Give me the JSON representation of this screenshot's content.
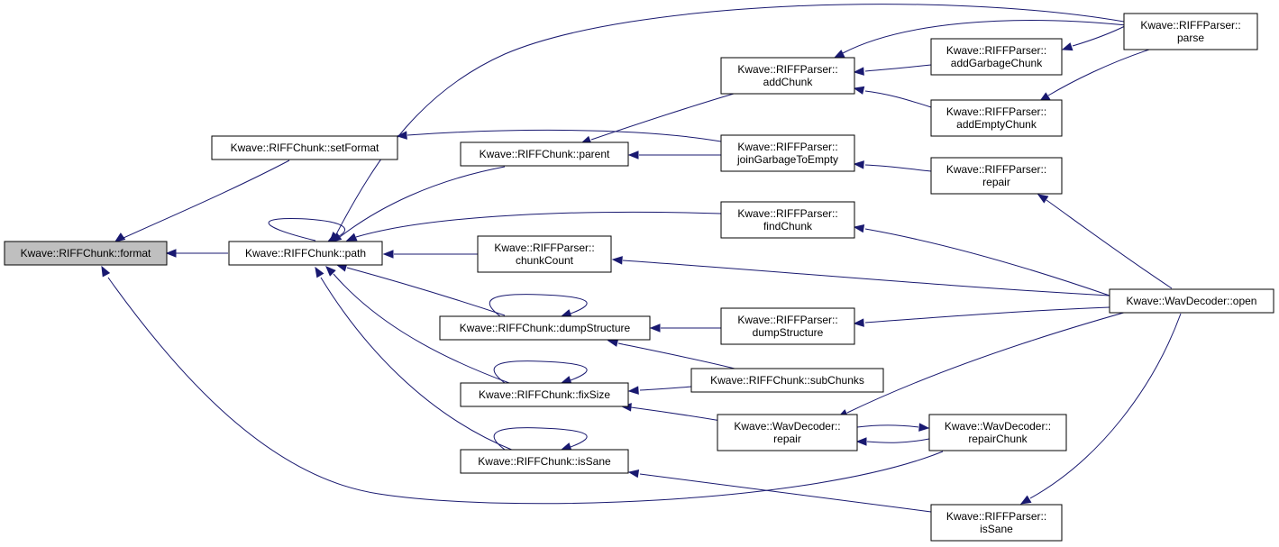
{
  "graph": {
    "nodes": [
      {
        "id": "format",
        "lines": [
          "Kwave::RIFFChunk::format"
        ],
        "root": true
      },
      {
        "id": "setFormat",
        "lines": [
          "Kwave::RIFFChunk::setFormat"
        ]
      },
      {
        "id": "path",
        "lines": [
          "Kwave::RIFFChunk::path"
        ]
      },
      {
        "id": "parent",
        "lines": [
          "Kwave::RIFFChunk::parent"
        ]
      },
      {
        "id": "chunkCount",
        "lines": [
          "Kwave::RIFFParser::",
          "chunkCount"
        ]
      },
      {
        "id": "dumpStructureChunk",
        "lines": [
          "Kwave::RIFFChunk::dumpStructure"
        ]
      },
      {
        "id": "fixSize",
        "lines": [
          "Kwave::RIFFChunk::fixSize"
        ]
      },
      {
        "id": "isSaneChunk",
        "lines": [
          "Kwave::RIFFChunk::isSane"
        ]
      },
      {
        "id": "addChunk",
        "lines": [
          "Kwave::RIFFParser::",
          "addChunk"
        ]
      },
      {
        "id": "joinGarbage",
        "lines": [
          "Kwave::RIFFParser::",
          "joinGarbageToEmpty"
        ]
      },
      {
        "id": "findChunk",
        "lines": [
          "Kwave::RIFFParser::",
          "findChunk"
        ]
      },
      {
        "id": "dumpStructureParser",
        "lines": [
          "Kwave::RIFFParser::",
          "dumpStructure"
        ]
      },
      {
        "id": "subChunks",
        "lines": [
          "Kwave::RIFFChunk::subChunks"
        ]
      },
      {
        "id": "wavRepair",
        "lines": [
          "Kwave::WavDecoder::",
          "repair"
        ]
      },
      {
        "id": "addGarbage",
        "lines": [
          "Kwave::RIFFParser::",
          "addGarbageChunk"
        ]
      },
      {
        "id": "addEmpty",
        "lines": [
          "Kwave::RIFFParser::",
          "addEmptyChunk"
        ]
      },
      {
        "id": "parserRepair",
        "lines": [
          "Kwave::RIFFParser::",
          "repair"
        ]
      },
      {
        "id": "repairChunk",
        "lines": [
          "Kwave::WavDecoder::",
          "repairChunk"
        ]
      },
      {
        "id": "parserIsSane",
        "lines": [
          "Kwave::RIFFParser::",
          "isSane"
        ]
      },
      {
        "id": "parse",
        "lines": [
          "Kwave::RIFFParser::",
          "parse"
        ]
      },
      {
        "id": "open",
        "lines": [
          "Kwave::WavDecoder::open"
        ]
      }
    ],
    "edges": [
      {
        "from": "setFormat",
        "to": "format"
      },
      {
        "from": "path",
        "to": "format"
      },
      {
        "from": "repairChunk",
        "to": "format"
      },
      {
        "from": "path",
        "to": "path"
      },
      {
        "from": "parse",
        "to": "path"
      },
      {
        "from": "parent",
        "to": "path"
      },
      {
        "from": "findChunk",
        "to": "path"
      },
      {
        "from": "chunkCount",
        "to": "path"
      },
      {
        "from": "dumpStructureChunk",
        "to": "path"
      },
      {
        "from": "fixSize",
        "to": "path"
      },
      {
        "from": "isSaneChunk",
        "to": "path"
      },
      {
        "from": "joinGarbage",
        "to": "setFormat"
      },
      {
        "from": "addChunk",
        "to": "parent"
      },
      {
        "from": "joinGarbage",
        "to": "parent"
      },
      {
        "from": "open",
        "to": "chunkCount"
      },
      {
        "from": "dumpStructureChunk",
        "to": "dumpStructureChunk"
      },
      {
        "from": "dumpStructureParser",
        "to": "dumpStructureChunk"
      },
      {
        "from": "subChunks",
        "to": "dumpStructureChunk"
      },
      {
        "from": "fixSize",
        "to": "fixSize"
      },
      {
        "from": "subChunks",
        "to": "fixSize"
      },
      {
        "from": "wavRepair",
        "to": "fixSize"
      },
      {
        "from": "isSaneChunk",
        "to": "isSaneChunk"
      },
      {
        "from": "parserIsSane",
        "to": "isSaneChunk"
      },
      {
        "from": "parse",
        "to": "addChunk"
      },
      {
        "from": "addGarbage",
        "to": "addChunk"
      },
      {
        "from": "addEmpty",
        "to": "addChunk"
      },
      {
        "from": "parserRepair",
        "to": "joinGarbage"
      },
      {
        "from": "open",
        "to": "findChunk"
      },
      {
        "from": "open",
        "to": "dumpStructureParser"
      },
      {
        "from": "open",
        "to": "wavRepair"
      },
      {
        "from": "repairChunk",
        "to": "wavRepair"
      },
      {
        "from": "wavRepair",
        "to": "repairChunk"
      },
      {
        "from": "parse",
        "to": "addGarbage"
      },
      {
        "from": "parse",
        "to": "addEmpty"
      },
      {
        "from": "open",
        "to": "parserRepair"
      },
      {
        "from": "open",
        "to": "parserIsSane"
      }
    ]
  },
  "colors": {
    "edge": "#191970",
    "root_fill": "#bfbfbf",
    "node_fill": "#ffffff",
    "node_stroke": "#000000"
  }
}
